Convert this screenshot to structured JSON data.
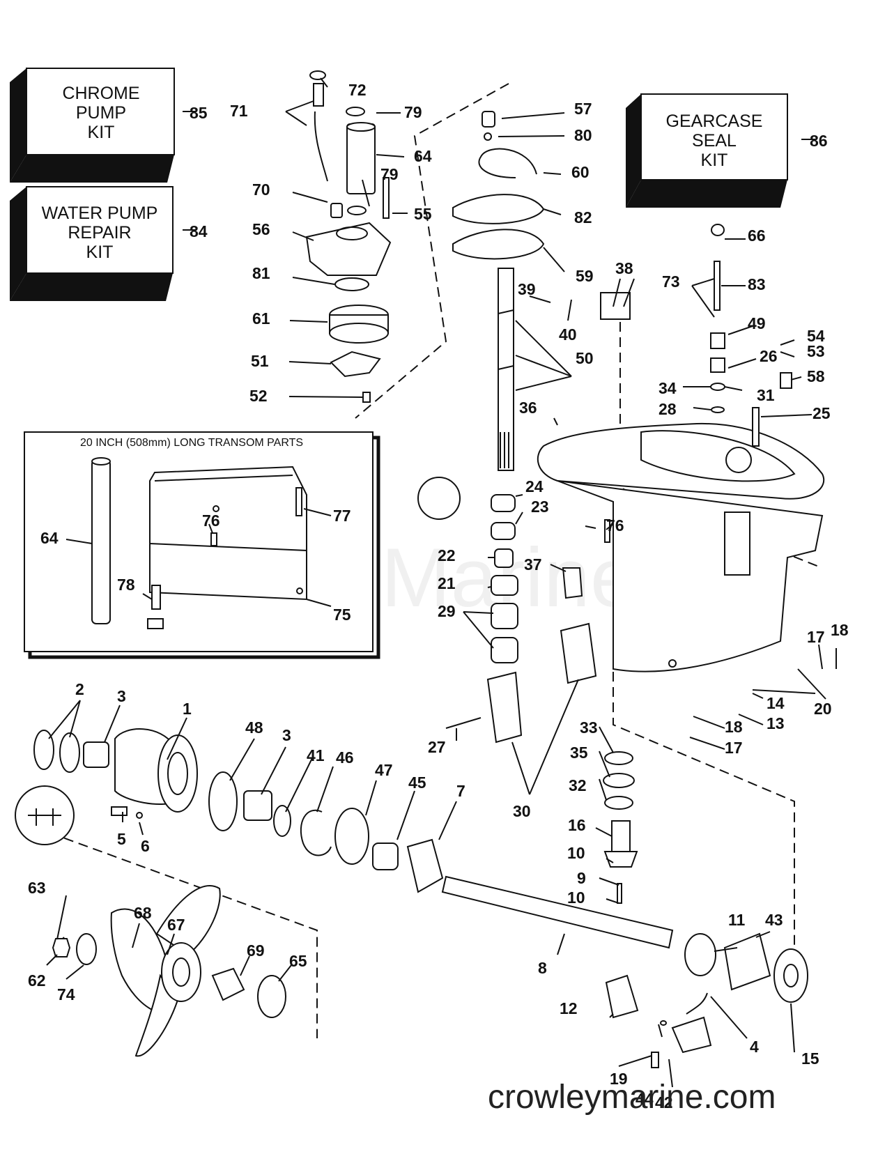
{
  "kits": {
    "chrome_pump": {
      "lines": [
        "CHROME",
        "PUMP",
        "KIT"
      ],
      "ref": "85"
    },
    "water_pump": {
      "lines": [
        "WATER PUMP",
        "REPAIR",
        "KIT"
      ],
      "ref": "84"
    },
    "gearcase_seal": {
      "lines": [
        "GEARCASE",
        "SEAL",
        "KIT"
      ],
      "ref": "86"
    }
  },
  "inset": {
    "title": "20 INCH (508mm) LONG TRANSOM PARTS"
  },
  "watermark": "Crowley Marine",
  "footer_url": "crowleymarine.com",
  "callouts": [
    "1",
    "2",
    "3",
    "3",
    "4",
    "5",
    "6",
    "7",
    "8",
    "9",
    "10",
    "10",
    "11",
    "12",
    "13",
    "14",
    "15",
    "16",
    "17",
    "17",
    "18",
    "18",
    "19",
    "20",
    "21",
    "22",
    "23",
    "24",
    "25",
    "26",
    "27",
    "28",
    "29",
    "30",
    "31",
    "32",
    "33",
    "34",
    "35",
    "36",
    "37",
    "38",
    "39",
    "40",
    "41",
    "42",
    "43",
    "44",
    "45",
    "46",
    "47",
    "48",
    "49",
    "50",
    "51",
    "52",
    "53",
    "54",
    "55",
    "56",
    "57",
    "58",
    "59",
    "60",
    "61",
    "62",
    "63",
    "64",
    "64",
    "65",
    "66",
    "67",
    "68",
    "69",
    "70",
    "71",
    "72",
    "73",
    "74",
    "75",
    "76",
    "76",
    "77",
    "78",
    "79",
    "79",
    "80",
    "81",
    "82",
    "83"
  ]
}
